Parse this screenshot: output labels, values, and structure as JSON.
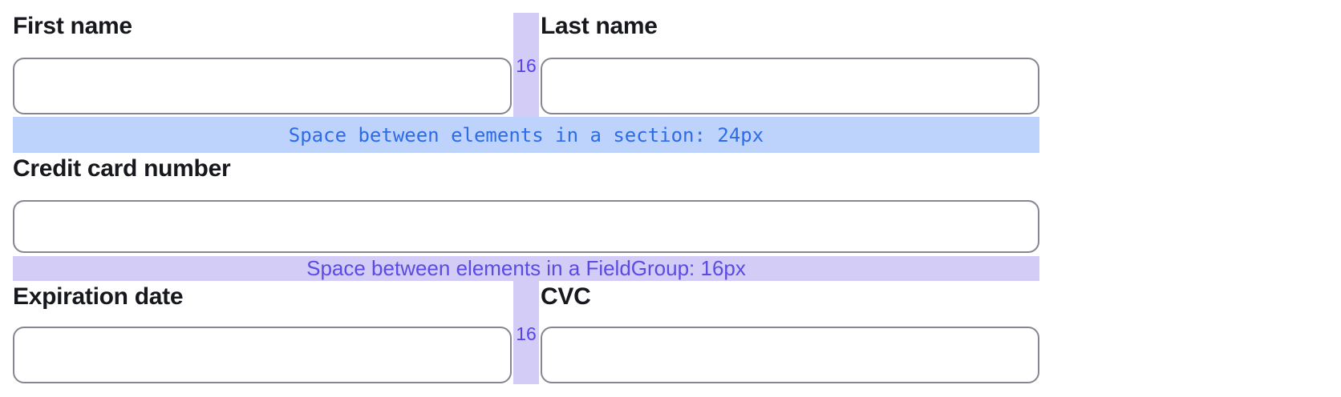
{
  "colors": {
    "label_text": "#16181d",
    "input_border": "#85868f",
    "input_bg": "#ffffff",
    "section_band_bg": "#bdd3fb",
    "section_band_text": "#2d6be8",
    "fieldgroup_band_bg": "#d2ccf6",
    "fieldgroup_band_text": "#5b4be4",
    "gap_number_text": "#5544ec"
  },
  "form": {
    "first_name": {
      "label": "First name",
      "value": "",
      "placeholder": ""
    },
    "last_name": {
      "label": "Last name",
      "value": "",
      "placeholder": ""
    },
    "credit_card": {
      "label": "Credit card number",
      "value": "",
      "placeholder": ""
    },
    "expiration": {
      "label": "Expiration date",
      "value": "",
      "placeholder": ""
    },
    "cvc": {
      "label": "CVC",
      "value": "",
      "placeholder": ""
    }
  },
  "annotations": {
    "section_spacing": "Space between elements in a section: 24px",
    "fieldgroup_spacing": "Space between elements in a FieldGroup: 16px",
    "column_gap_top": "16",
    "column_gap_bottom": "16"
  }
}
